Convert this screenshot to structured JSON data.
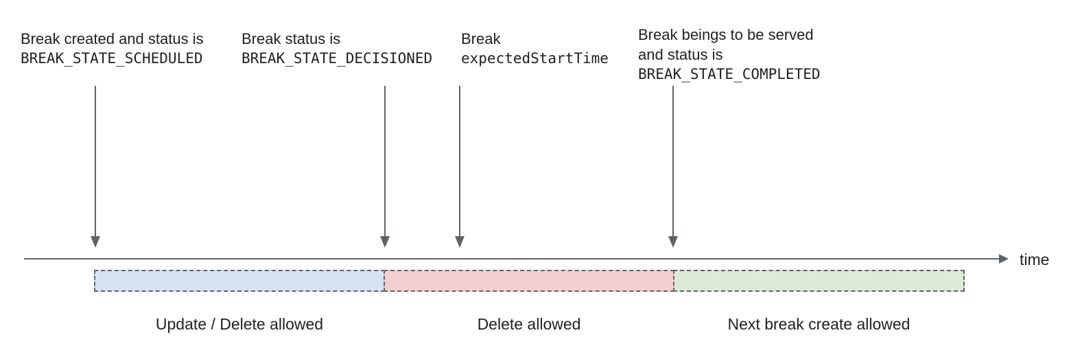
{
  "annotations": {
    "scheduled": {
      "line1": "Break created and status is",
      "line2": "BREAK_STATE_SCHEDULED"
    },
    "decisioned": {
      "line1": "Break status is",
      "line2": "BREAK_STATE_DECISIONED"
    },
    "expected_start": {
      "line1": "Break",
      "line2": "expectedStartTime"
    },
    "completed": {
      "line1": "Break beings to be served",
      "line2": "and status is",
      "line3": "BREAK_STATE_COMPLETED"
    }
  },
  "timeline": {
    "axis_label": "time",
    "axis_color": "#5f6368"
  },
  "segments": [
    {
      "label": "Update / Delete allowed",
      "color": "#d7e3f4"
    },
    {
      "label": "Delete allowed",
      "color": "#f4cfd1"
    },
    {
      "label": "Next break create allowed",
      "color": "#dcead7"
    }
  ],
  "text_color": "#202124"
}
